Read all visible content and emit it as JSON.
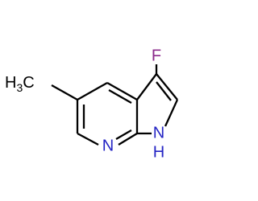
{
  "atoms": {
    "fluorine": {
      "symbol": "F",
      "color": "#8b2a8b"
    },
    "pyridine_nitrogen": {
      "symbol": "N",
      "color": "#2424c4"
    },
    "pyrrole_nitrogen": {
      "symbol": "N",
      "color": "#2424c4"
    },
    "pyrrole_hydrogen": {
      "symbol": "H",
      "color": "#2424c4"
    },
    "methyl_carbon": {
      "symbol": "C",
      "color": "#000000"
    },
    "methyl_hydrogen": {
      "symbol": "H",
      "color": "#000000"
    },
    "methyl_hydrogen_count": "3"
  }
}
